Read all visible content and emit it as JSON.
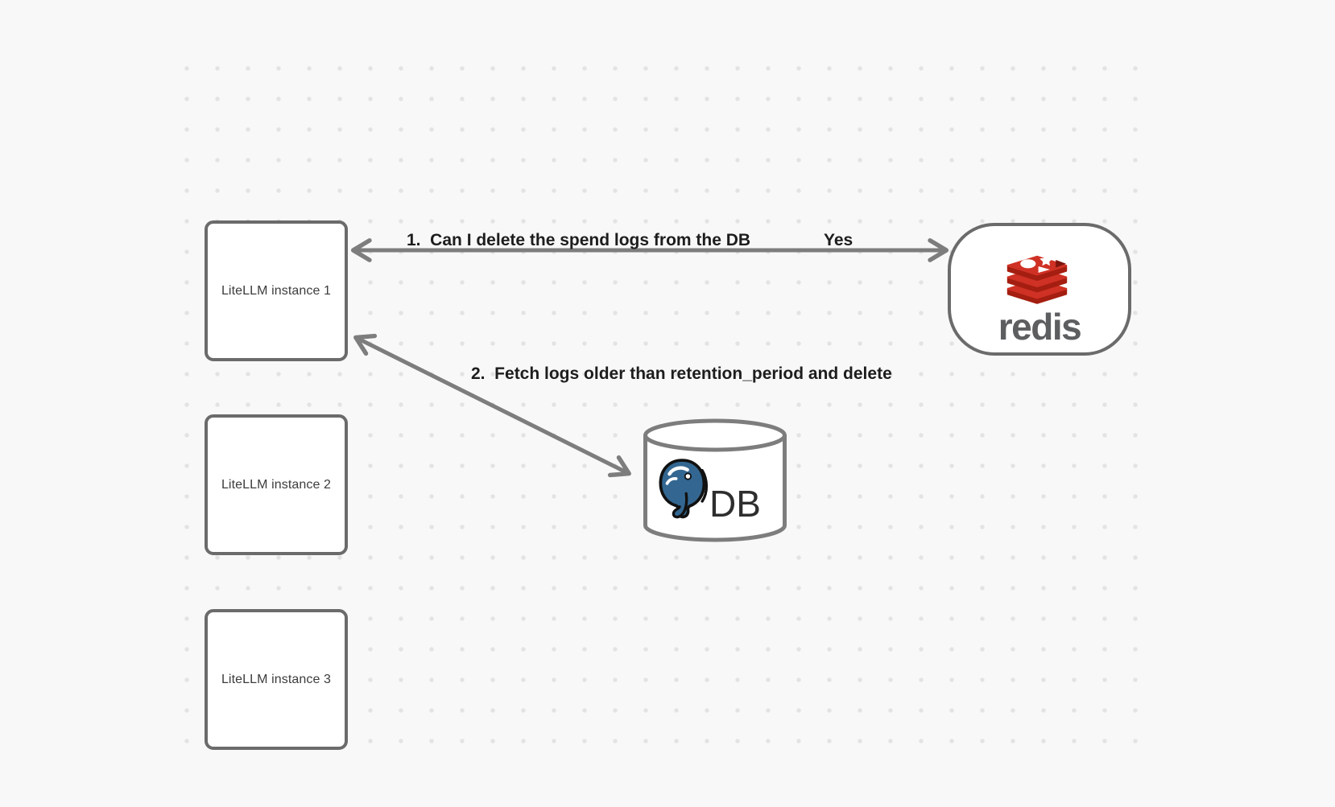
{
  "canvas": {
    "background_color": "#f8f8f8",
    "dot_color": "#e3e3e3",
    "line_color": "#7d7d7d"
  },
  "nodes": {
    "litellm_instances": [
      {
        "label": "LiteLLM instance 1"
      },
      {
        "label": "LiteLLM instance 2"
      },
      {
        "label": "LiteLLM instance 3"
      }
    ],
    "redis": {
      "wordmark": "redis",
      "icon": "redis-logo-icon",
      "logo_red": "#cf3124",
      "logo_dark_red": "#a41e11",
      "wordmark_color": "#5d5e60"
    },
    "database": {
      "label": "DB",
      "icon": "postgresql-elephant-icon",
      "elephant_blue": "#336791"
    }
  },
  "edges": [
    {
      "label": "1.  Can I delete the spend logs from the DB",
      "response_label": "Yes",
      "from": "LiteLLM instance 1",
      "to": "redis",
      "style": "double-headed-arrow"
    },
    {
      "label": "2.  Fetch logs older than retention_period and delete",
      "from": "LiteLLM instance 1",
      "to": "DB",
      "style": "double-headed-arrow"
    }
  ]
}
